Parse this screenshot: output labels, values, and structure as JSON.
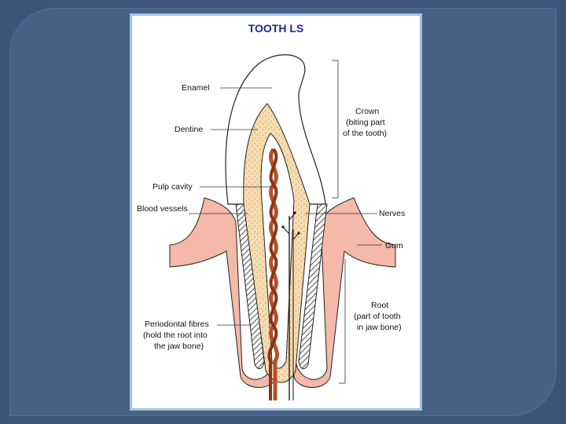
{
  "title": "TOOTH  LS",
  "labels": {
    "enamel": "Enamel",
    "dentine": "Dentine",
    "pulp_cavity": "Pulp cavity",
    "blood_vessels": "Blood vessels",
    "periodontal": [
      "Periodontal fibres",
      "(hold the root into",
      "the jaw bone)"
    ],
    "crown": [
      "Crown",
      "(biting part",
      "of the tooth)"
    ],
    "nerves": "Nerves",
    "gum": "Gum",
    "root": [
      "Root",
      "(part of tooth",
      "in jaw bone)"
    ]
  },
  "colors": {
    "background": "#3d5378",
    "frame": "#4a5f84",
    "panel_border": "#9ec3e6",
    "title": "#1c2a8a",
    "gum": "#f4b9a8",
    "dentine": "#f7dcb0",
    "blood_vessel": "#b5502a"
  }
}
